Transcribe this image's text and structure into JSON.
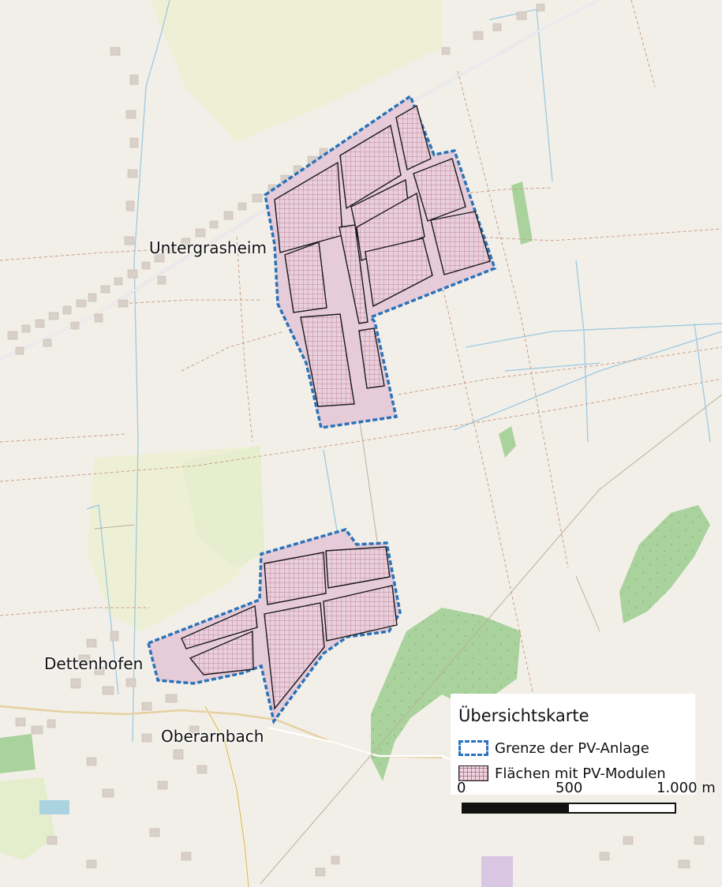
{
  "map": {
    "places": [
      {
        "id": "untergrasheim",
        "name": "Untergrasheim"
      },
      {
        "id": "dettenhofen",
        "name": "Dettenhofen"
      },
      {
        "id": "oberarnbach",
        "name": "Oberarnbach"
      }
    ]
  },
  "legend": {
    "title": "Übersichtskarte",
    "items": [
      {
        "label": "Grenze der PV-Anlage",
        "symbol": "dashed-boundary",
        "color": "#2a73b8"
      },
      {
        "label": "Flächen mit PV-Modulen",
        "symbol": "hatched-area",
        "color": "#e6cbd9"
      }
    ]
  },
  "scalebar": {
    "labels": [
      "0",
      "500",
      "1.000 m"
    ]
  },
  "colors": {
    "background": "#f2efe9",
    "farmland": "#eef0d5",
    "forest": "#add19e",
    "pv_fill": "#e6cbd9",
    "boundary": "#2a73b8",
    "water": "#aad3df"
  }
}
